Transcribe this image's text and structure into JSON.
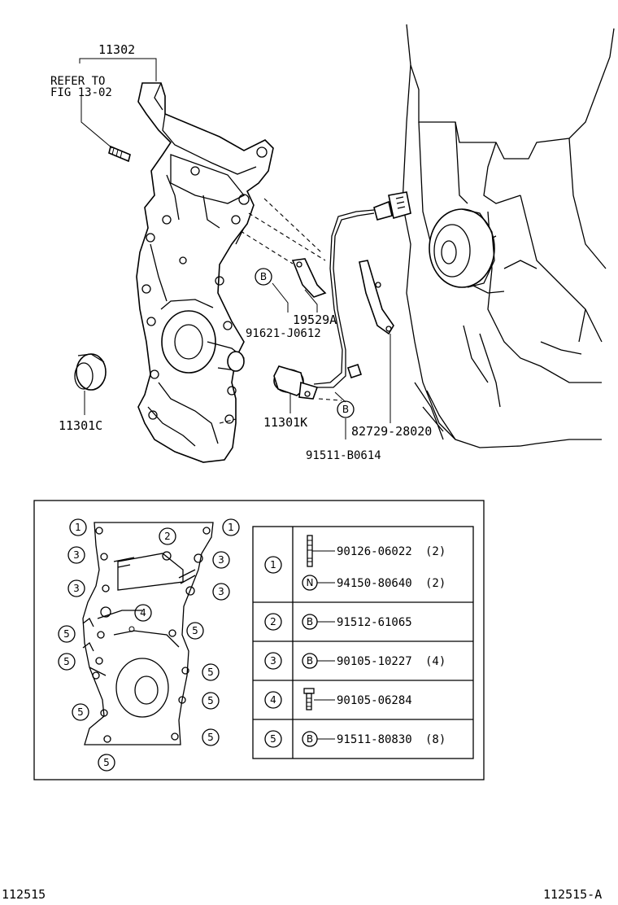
{
  "callouts": {
    "cover": "11302",
    "refer_line1": "REFER TO",
    "refer_line2": "FIG 13-02",
    "seal": "11301C",
    "bracket": "19529A",
    "bracket_bolt": "91621-J0612",
    "sensor": "11301K",
    "clamp": "82729-28020",
    "sensor_bolt": "91511-B0614",
    "marker_b": "B",
    "marker_n": "N"
  },
  "fastener_table": {
    "rows": [
      {
        "key": "1",
        "items": [
          {
            "marker": "",
            "part": "90126-06022",
            "qty": "(2)"
          },
          {
            "marker": "N",
            "part": "94150-80640",
            "qty": "(2)"
          }
        ]
      },
      {
        "key": "2",
        "items": [
          {
            "marker": "B",
            "part": "91512-61065",
            "qty": ""
          }
        ]
      },
      {
        "key": "3",
        "items": [
          {
            "marker": "B",
            "part": "90105-10227",
            "qty": "(4)"
          }
        ]
      },
      {
        "key": "4",
        "items": [
          {
            "marker": "",
            "part": "90105-06284",
            "qty": ""
          }
        ]
      },
      {
        "key": "5",
        "items": [
          {
            "marker": "B",
            "part": "91511-80830",
            "qty": "(8)"
          }
        ]
      }
    ]
  },
  "position_keys": {
    "k1": "1",
    "k2": "2",
    "k3": "3",
    "k4": "4",
    "k5": "5"
  },
  "footer": {
    "left": "112515",
    "right": "112515-A"
  }
}
